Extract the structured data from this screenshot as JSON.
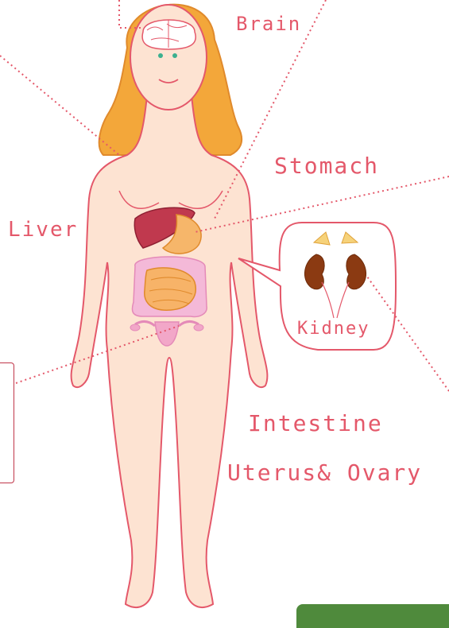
{
  "labels": {
    "brain": "Brain",
    "stomach": "Stomach",
    "liver": "Liver",
    "kidney": "Kidney",
    "intestine": "Intestine",
    "uterus_ovary": "Uterus& Ovary"
  },
  "colors": {
    "line": "#e4586a",
    "skin": "#fde3d2",
    "hair": "#f3a73a",
    "liver": "#c0394e",
    "stomach": "#f6b66a",
    "kidney": "#8b3a12",
    "intestine_small": "#f7b368",
    "intestine_large": "#f4b9d8",
    "uterus": "#f2a7c8",
    "callout_border": "#c0364a",
    "green_tab": "#4f8a3c"
  }
}
